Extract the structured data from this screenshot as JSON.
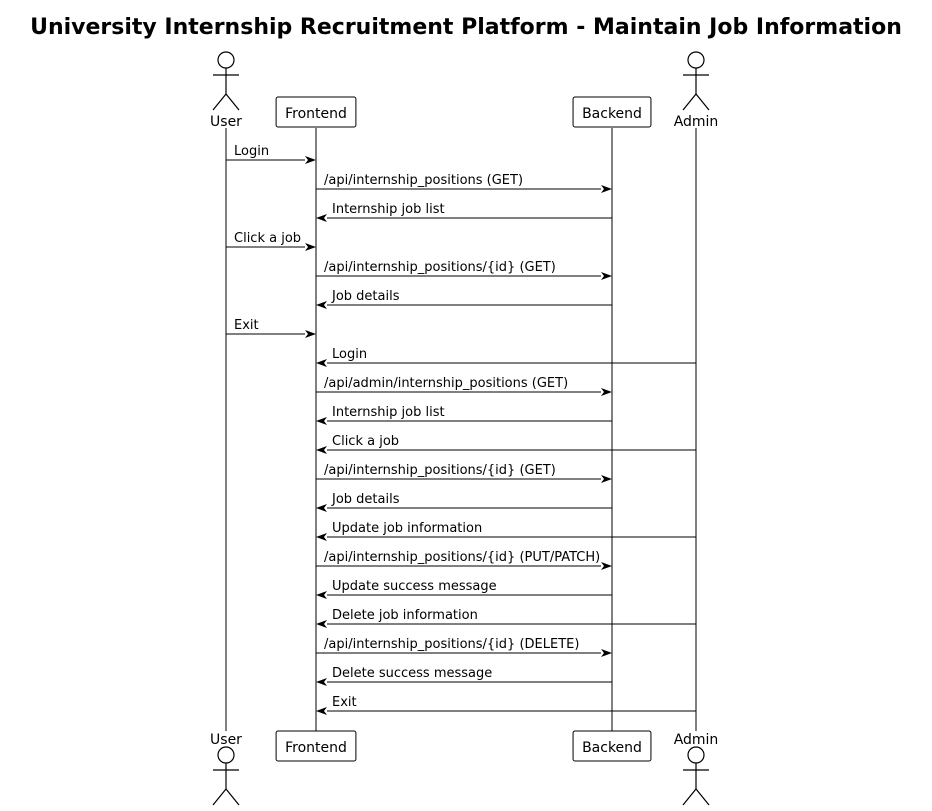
{
  "diagram": {
    "title": "University Internship Recruitment Platform - Maintain Job Information",
    "participants": [
      {
        "id": "user",
        "label": "User",
        "kind": "actor"
      },
      {
        "id": "frontend",
        "label": "Frontend",
        "kind": "participant"
      },
      {
        "id": "backend",
        "label": "Backend",
        "kind": "participant"
      },
      {
        "id": "admin",
        "label": "Admin",
        "kind": "actor"
      }
    ],
    "messages": [
      {
        "from": "user",
        "to": "frontend",
        "label": "Login"
      },
      {
        "from": "frontend",
        "to": "backend",
        "label": "/api/internship_positions (GET)"
      },
      {
        "from": "backend",
        "to": "frontend",
        "label": "Internship job list"
      },
      {
        "from": "user",
        "to": "frontend",
        "label": "Click a job"
      },
      {
        "from": "frontend",
        "to": "backend",
        "label": "/api/internship_positions/{id} (GET)"
      },
      {
        "from": "backend",
        "to": "frontend",
        "label": "Job details"
      },
      {
        "from": "user",
        "to": "frontend",
        "label": "Exit"
      },
      {
        "from": "admin",
        "to": "frontend",
        "label": "Login"
      },
      {
        "from": "frontend",
        "to": "backend",
        "label": "/api/admin/internship_positions (GET)"
      },
      {
        "from": "backend",
        "to": "frontend",
        "label": "Internship job list"
      },
      {
        "from": "admin",
        "to": "frontend",
        "label": "Click a job"
      },
      {
        "from": "frontend",
        "to": "backend",
        "label": "/api/internship_positions/{id} (GET)"
      },
      {
        "from": "backend",
        "to": "frontend",
        "label": "Job details"
      },
      {
        "from": "admin",
        "to": "frontend",
        "label": "Update job information"
      },
      {
        "from": "frontend",
        "to": "backend",
        "label": "/api/internship_positions/{id} (PUT/PATCH)"
      },
      {
        "from": "backend",
        "to": "frontend",
        "label": "Update success message"
      },
      {
        "from": "admin",
        "to": "frontend",
        "label": "Delete job information"
      },
      {
        "from": "frontend",
        "to": "backend",
        "label": "/api/internship_positions/{id} (DELETE)"
      },
      {
        "from": "backend",
        "to": "frontend",
        "label": "Delete success message"
      },
      {
        "from": "admin",
        "to": "frontend",
        "label": "Exit"
      }
    ]
  }
}
